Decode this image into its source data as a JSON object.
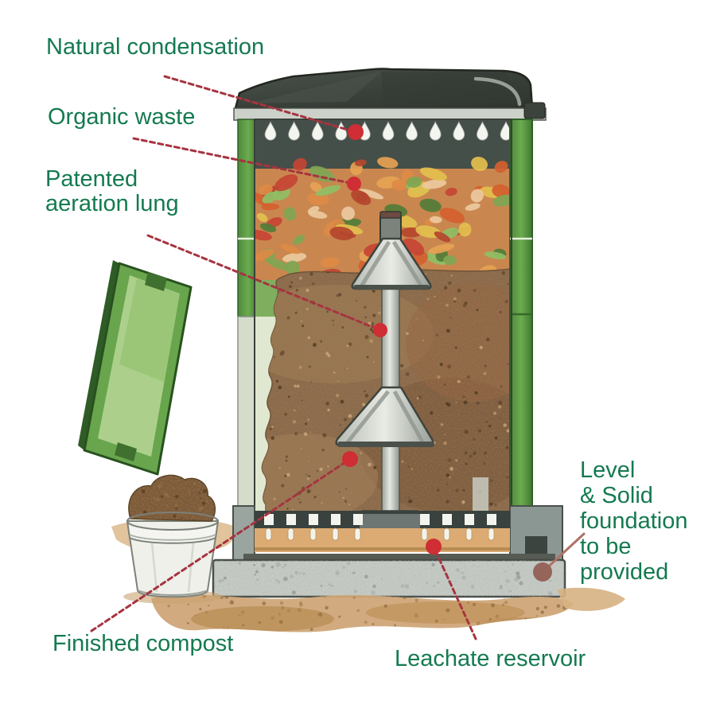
{
  "diagram": {
    "title_semantic": "Composter cutaway diagram",
    "labels": {
      "natural_condensation": "Natural condensation",
      "organic_waste": "Organic waste",
      "aeration": [
        "Patented",
        "aeration lung"
      ],
      "finished_compost": "Finished compost",
      "leachate_reservoir": "Leachate reservoir",
      "foundation": [
        "Level",
        "& Solid",
        "foundation",
        "to be",
        "provided"
      ]
    },
    "colors": {
      "label_green": "#147a50",
      "leader_red": "#a63440",
      "dot_red": "#ce2e34",
      "leader_brown": "#b07166",
      "dot_brown": "#95645a",
      "bin_green": "#61a047",
      "lid_charcoal": "#3c423d",
      "compost_brown": "#8b6a4a",
      "ground_tan": "#cfa778"
    }
  }
}
